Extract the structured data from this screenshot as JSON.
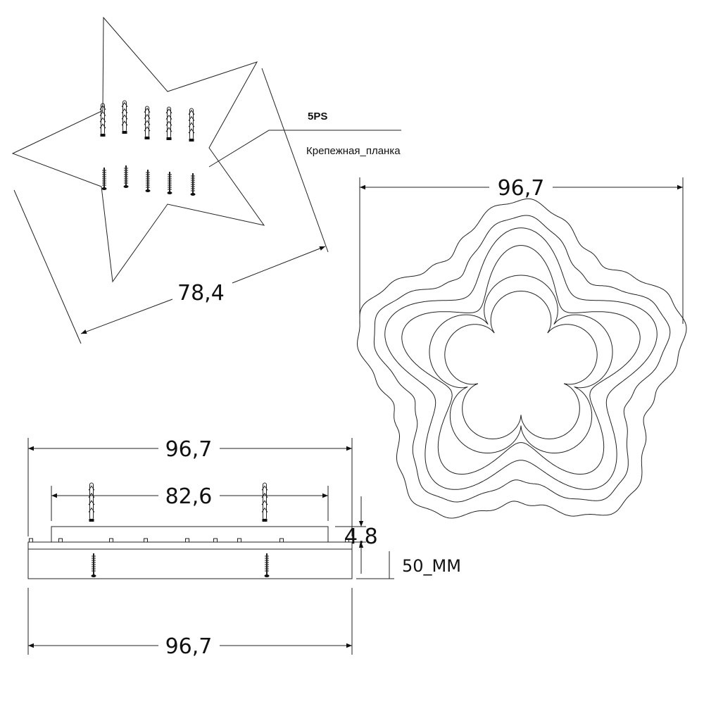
{
  "top_view": {
    "dimension": "78,4",
    "code": "5PS",
    "part_label": "Крепежная_планка"
  },
  "front_view": {
    "width_dimension": "96,7"
  },
  "side_view": {
    "top_width": "96,7",
    "mount_width": "82,6",
    "plate_thickness": "4,8",
    "height": "50_MM",
    "bottom_width": "96,7"
  },
  "colors": {
    "line": "#222222",
    "background": "#ffffff"
  }
}
